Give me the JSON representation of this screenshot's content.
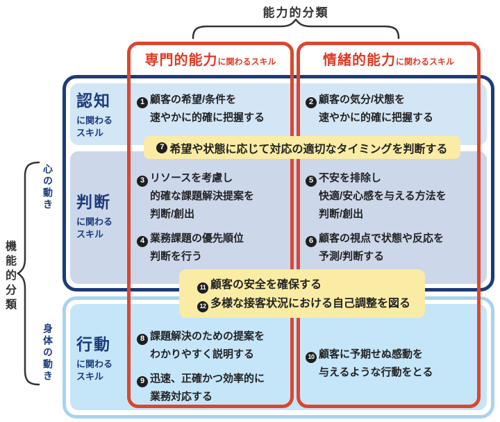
{
  "top": {
    "classification_label": "能力的分類"
  },
  "left": {
    "classification_label": "機能的分類",
    "mind_label": "心の動き",
    "body_label": "身体の動き"
  },
  "columns": [
    {
      "emphasis": "専門的能力",
      "suffix": "に関わるスキル"
    },
    {
      "emphasis": "情緒的能力",
      "suffix": "に関わるスキル"
    }
  ],
  "rows": [
    {
      "emphasis": "認知",
      "suffix_line1": "に関わる",
      "suffix_line2": "スキル"
    },
    {
      "emphasis": "判断",
      "suffix_line1": "に関わる",
      "suffix_line2": "スキル"
    },
    {
      "emphasis": "行動",
      "suffix_line1": "に関わる",
      "suffix_line2": "スキル"
    }
  ],
  "items": {
    "i1": {
      "num": "1",
      "lines": [
        "顧客の希望/条件を",
        "速やかに的確に把握する"
      ]
    },
    "i2": {
      "num": "2",
      "lines": [
        "顧客の気分/状態を",
        "速やかに的確に把握する"
      ]
    },
    "i3": {
      "num": "3",
      "lines": [
        "リソースを考慮し",
        "的確な課題解決提案を",
        "判断/創出"
      ]
    },
    "i4": {
      "num": "4",
      "lines": [
        "業務課題の優先順位",
        "判断を行う"
      ]
    },
    "i5": {
      "num": "5",
      "lines": [
        "不安を排除し",
        "快適/安心感を与える方法を",
        "判断/創出"
      ]
    },
    "i6": {
      "num": "6",
      "lines": [
        "顧客の視点で状態や反応を",
        "予測/判断する"
      ]
    },
    "i7": {
      "num": "7",
      "text": "希望や状態に応じて対応の適切なタイミングを判断する"
    },
    "i8": {
      "num": "8",
      "lines": [
        "課題解決のための提案を",
        "わかりやすく説明する"
      ]
    },
    "i9": {
      "num": "9",
      "lines": [
        "迅速、正確かつ効率的に",
        "業務対応する"
      ]
    },
    "i10": {
      "num": "10",
      "lines": [
        "顧客に予期せぬ感動を",
        "与えるような行動をとる"
      ]
    },
    "i11": {
      "num": "11",
      "text": "顧客の安全を確保する"
    },
    "i12": {
      "num": "12",
      "text": "多様な接客状況における自己調整を図る"
    }
  },
  "colors": {
    "navy": "#1c3b7b",
    "red_border": "#dc4630",
    "red_text": "#dd3a24",
    "row1_fill": "#d2e6f6",
    "row2_fill": "#ccd7ea",
    "row3_fill": "#c5e6f9",
    "row3_border": "#a6d4ef",
    "banner_yellow": "#faeca4",
    "badge_black": "#1e1e1e",
    "text_dark": "#222222"
  }
}
